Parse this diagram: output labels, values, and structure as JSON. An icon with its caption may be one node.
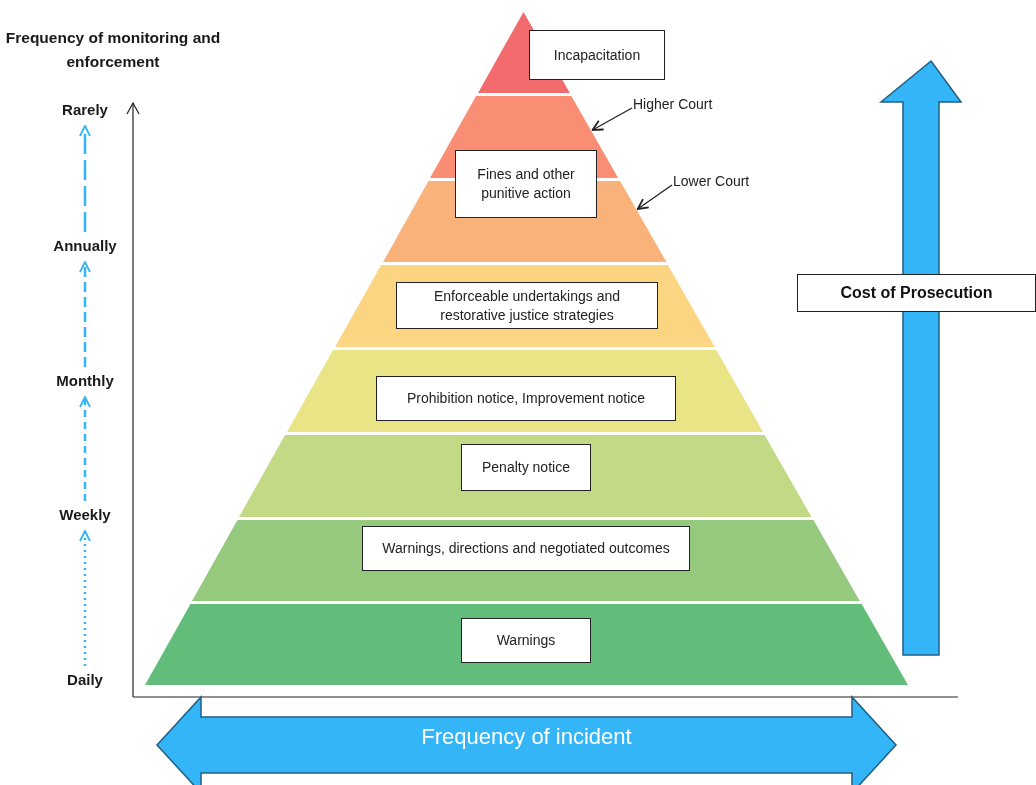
{
  "diagram": {
    "nodes": [
      {
        "text": [],
        "shape": "triangle"
      },
      {
        "text": [
          "Incapacitation"
        ]
      },
      {
        "text": [],
        "shape": "trapezoid"
      },
      {
        "text": [
          "Higher Court"
        ]
      },
      {
        "text": [],
        "shape": "trapezoid"
      },
      {
        "text": [
          "Fines and other punitive action"
        ]
      },
      {
        "text": [
          "Lower Court"
        ]
      },
      {
        "text": [],
        "shape": "trapezoid"
      },
      {
        "text": [
          "Enforceable undertakings and restorative justice strategies"
        ],
        "in": 7
      },
      {
        "text": [],
        "shape": "trapezoid"
      },
      {
        "text": [
          "Prohibition notice, Improvement notice"
        ],
        "in": 9
      },
      {
        "text": [],
        "shape": "trapezoid"
      },
      {
        "text": [
          "Penalty notice"
        ],
        "in": 11
      },
      {
        "text": [],
        "shape": "trapezoid"
      },
      {
        "text": [
          "Warnings, directions and negotiated outcomes"
        ],
        "in": 13
      },
      {
        "text": [],
        "shape": "trapezoid"
      },
      {
        "text": [
          "Warnings"
        ],
        "in": 15
      },
      {
        "text": [
          "Cost of Prosecution"
        ]
      },
      {
        "text": [
          "Rarely"
        ]
      },
      {
        "text": [
          "Annually"
        ]
      },
      {
        "text": [
          "Monthly"
        ]
      },
      {
        "text": [
          "Weekly"
        ]
      },
      {
        "text": [
          "Daily"
        ]
      },
      {
        "text": [
          "Frequency of incident"
        ]
      }
    ],
    "edges": [
      {
        "from": 3,
        "to": 2,
        "arrow": "to",
        "color": "#222222"
      },
      {
        "from": 6,
        "to": 4,
        "arrow": "to",
        "color": "#222222"
      },
      {
        "from": 22,
        "to": 21,
        "arrow": "to",
        "style": "dashed"
      },
      {
        "from": 21,
        "to": 20,
        "arrow": "to",
        "style": "dashed"
      },
      {
        "from": 20,
        "to": 19,
        "arrow": "to",
        "style": "dashed"
      },
      {
        "from": 19,
        "to": 18,
        "arrow": "to",
        "style": "dashed"
      }
    ],
    "labels": [
      "Frequency of monitoring and enforcement"
    ]
  }
}
